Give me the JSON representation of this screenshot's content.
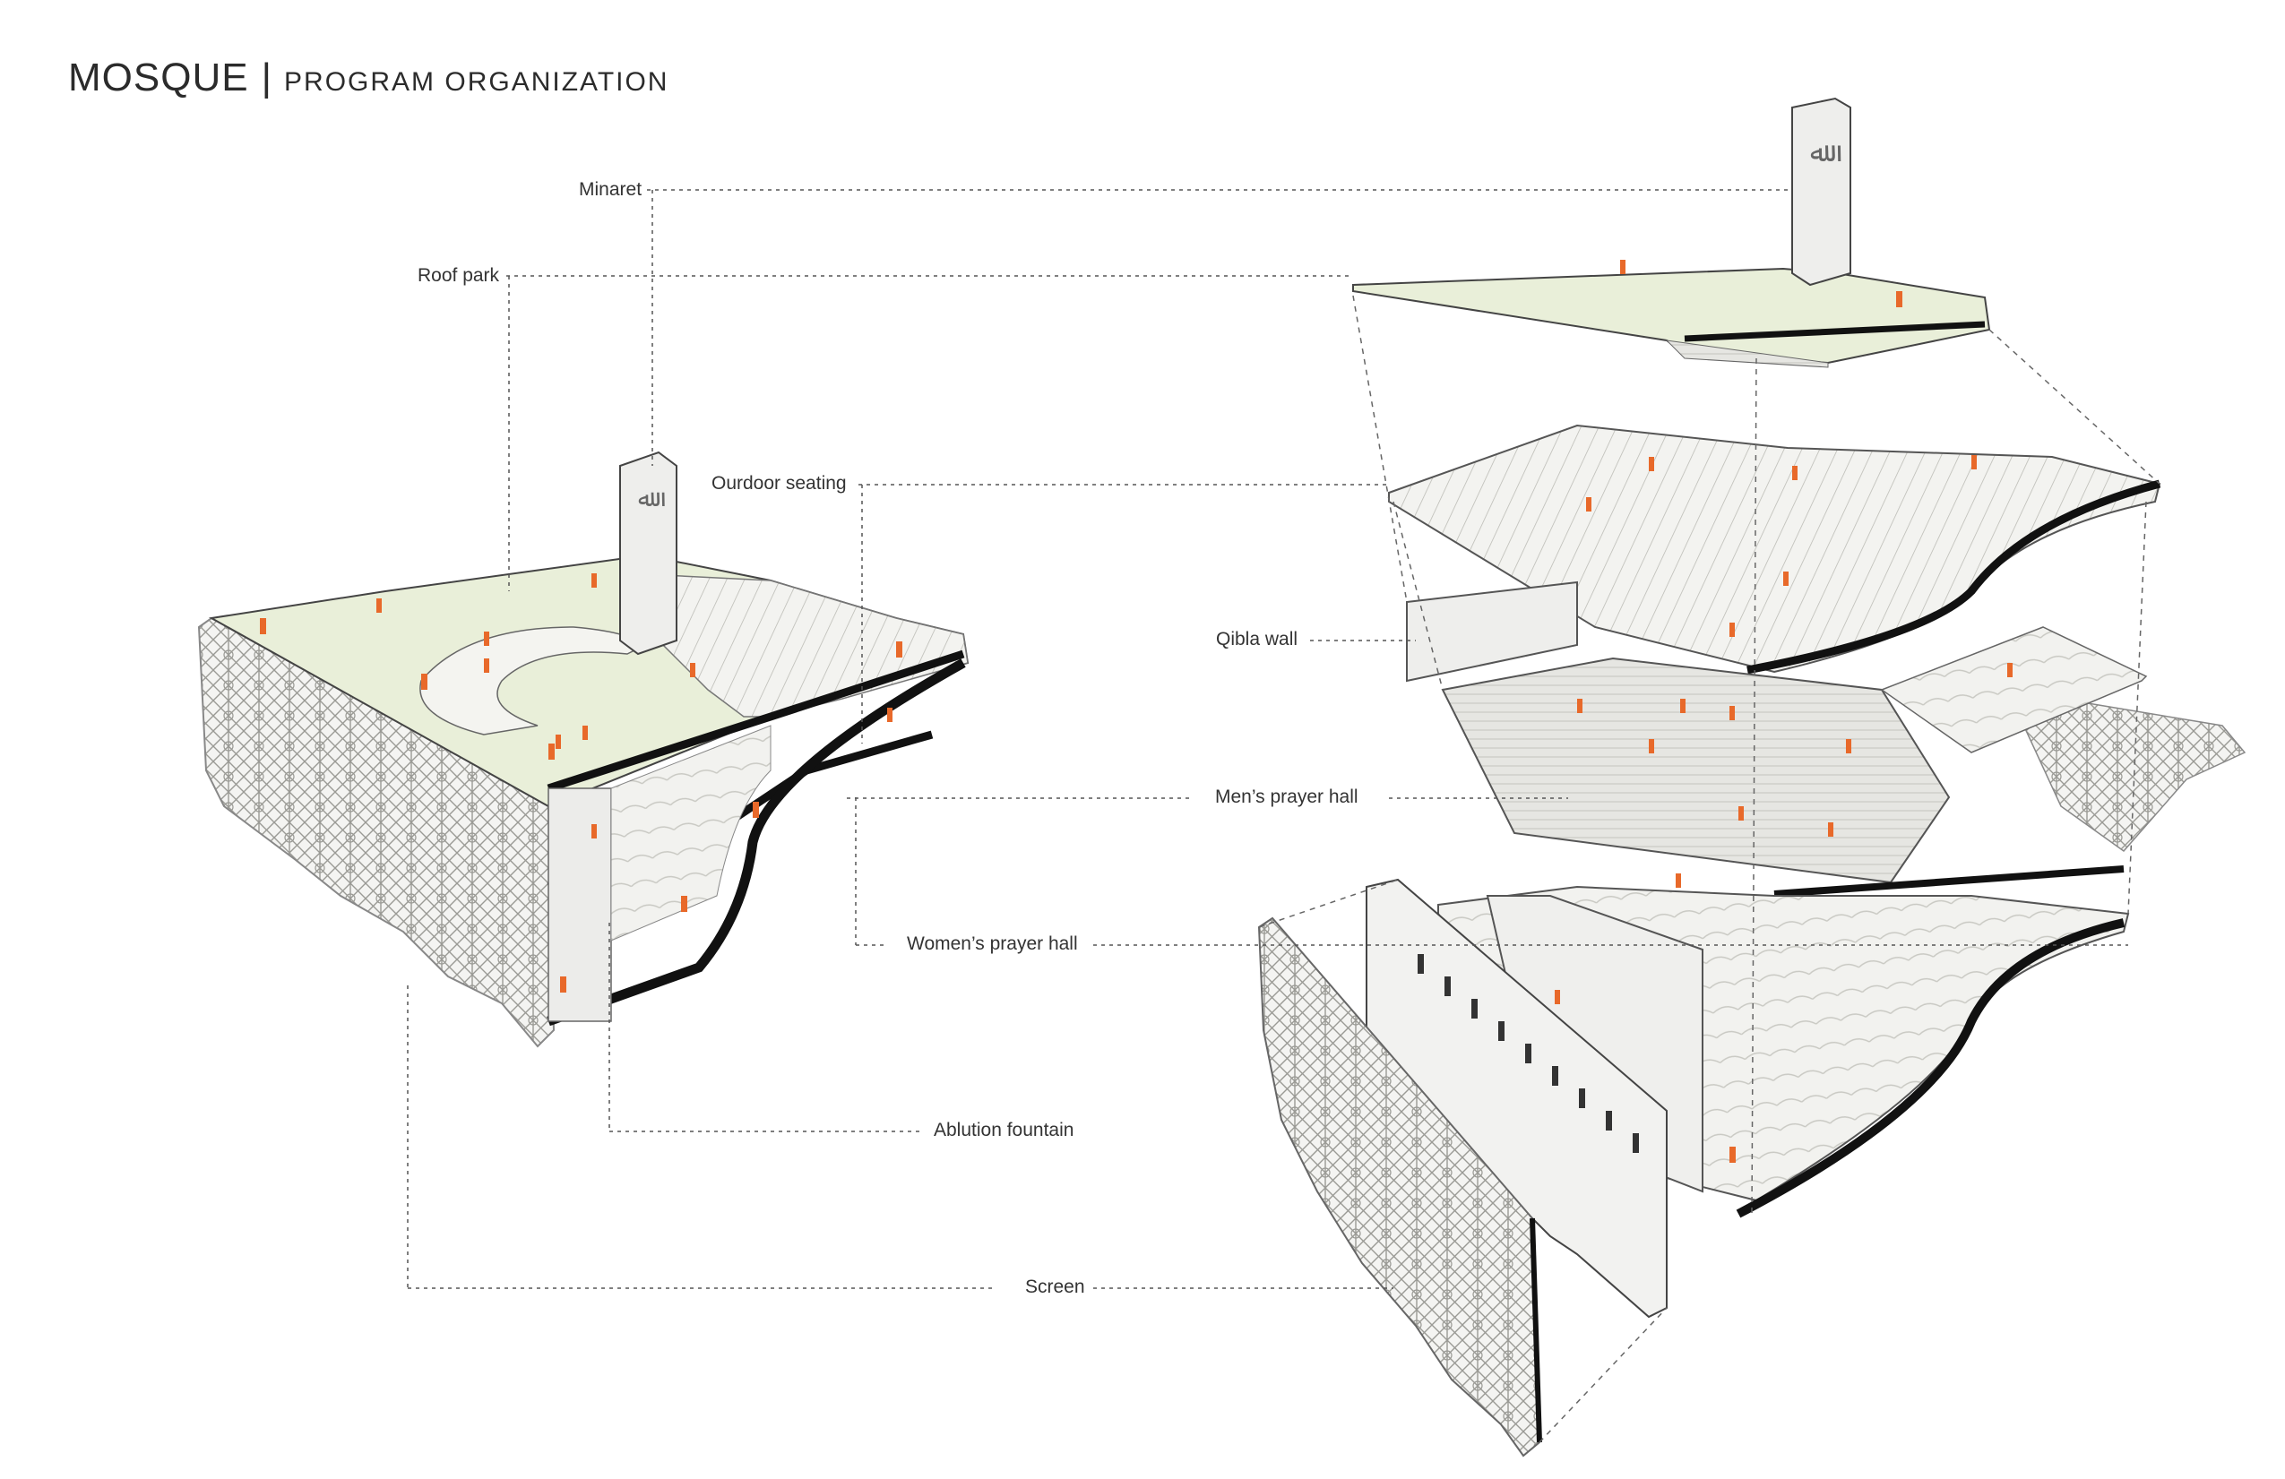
{
  "title": {
    "main": "MOSQUE",
    "separator": "|",
    "sub": "PROGRAM ORGANIZATION"
  },
  "labels": {
    "minaret": "Minaret",
    "roof_park": "Roof park",
    "outdoor_seating": "Ourdoor seating",
    "qibla_wall": "Qibla wall",
    "mens_prayer_hall": "Men’s prayer hall",
    "womens_prayer_hall": "Women’s prayer hall",
    "ablution_fountain": "Ablution fountain",
    "screen": "Screen"
  },
  "colors": {
    "accent_people": "#e8692a",
    "line": "#222222",
    "fill_light": "#f1f1ee",
    "fill_mid": "#dcdcd6",
    "roof_green": "#e9efd9",
    "leader": "#555555"
  }
}
